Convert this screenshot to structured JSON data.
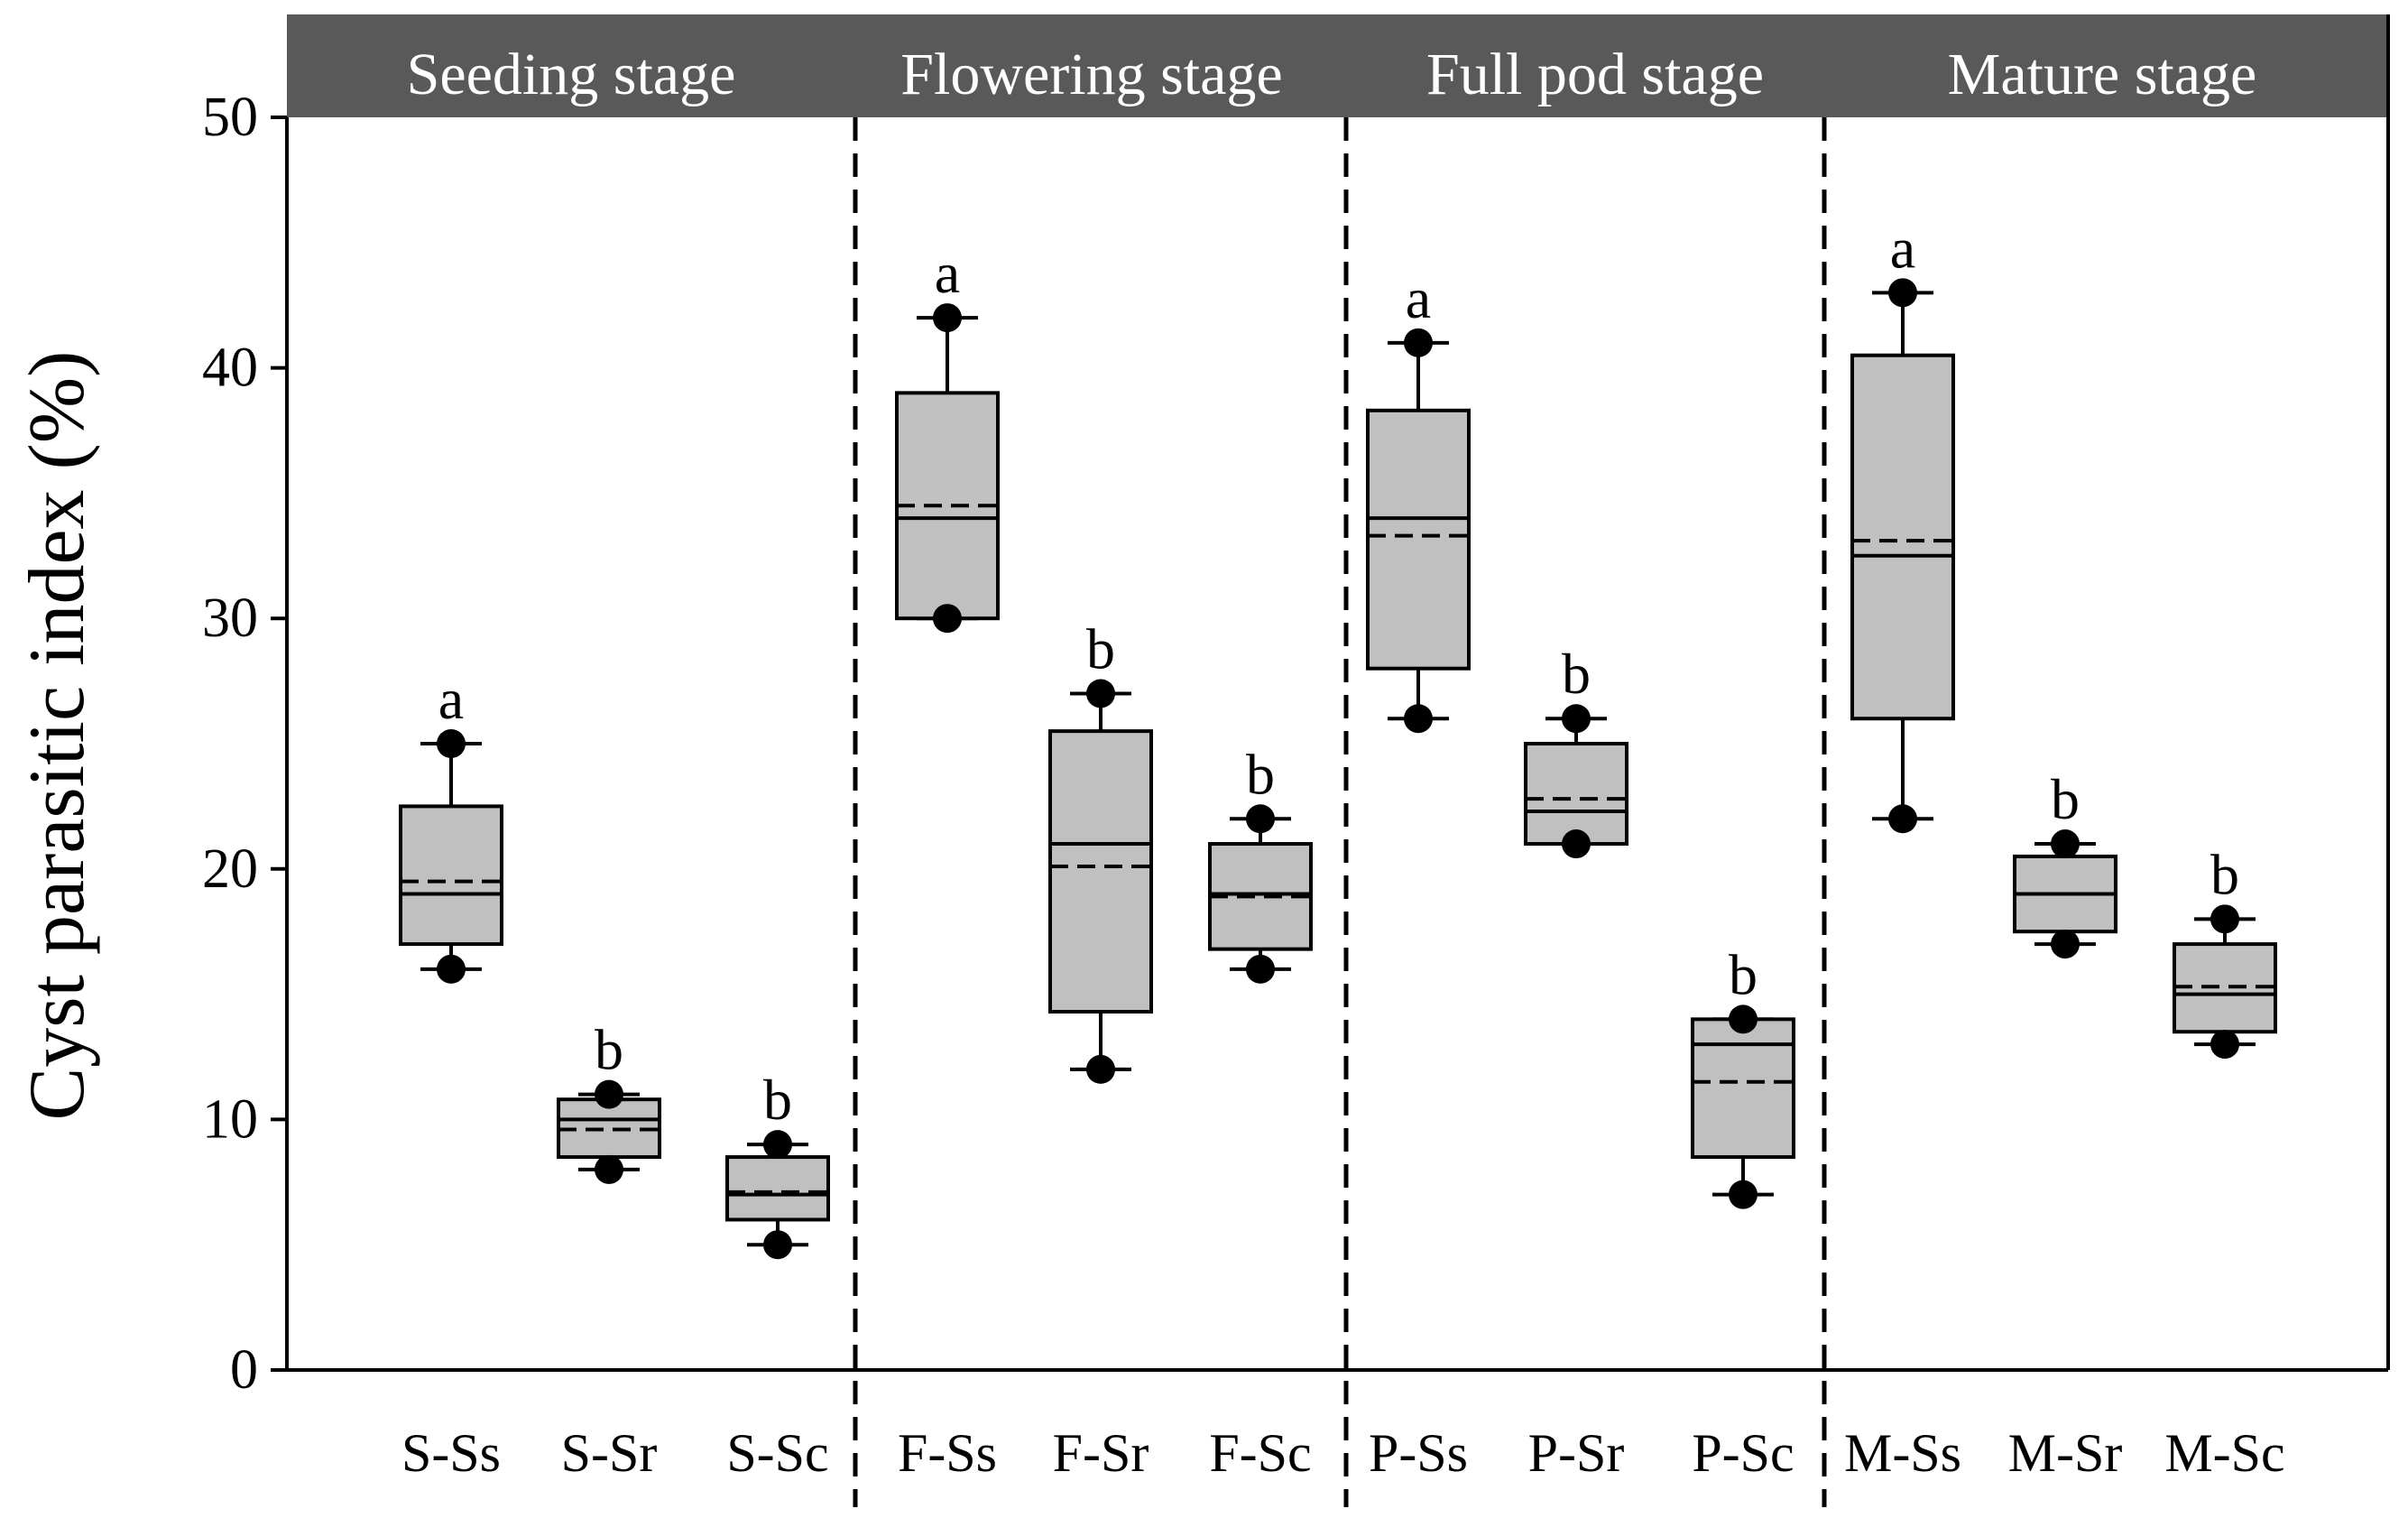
{
  "chart_data": {
    "type": "box",
    "ylabel": "Cyst parasitic index (%)",
    "xlabel": "",
    "ylim": [
      0,
      50
    ],
    "yticks": [
      0,
      10,
      20,
      30,
      40,
      50
    ],
    "grid": false,
    "stages": [
      {
        "label": "Seeding stage",
        "groups": [
          "S-Ss",
          "S-Sr",
          "S-Sc"
        ]
      },
      {
        "label": "Flowering stage",
        "groups": [
          "F-Ss",
          "F-Sr",
          "F-Sc"
        ]
      },
      {
        "label": "Full pod stage",
        "groups": [
          "P-Ss",
          "P-Sr",
          "P-Sc"
        ]
      },
      {
        "label": "Mature stage",
        "groups": [
          "M-Ss",
          "M-Sr",
          "M-Sc"
        ]
      }
    ],
    "boxes": [
      {
        "name": "S-Ss",
        "min": 16,
        "q1": 17,
        "median": 19,
        "mean": 19.5,
        "q3": 22.5,
        "max": 25,
        "outliers": [
          16,
          25
        ],
        "letter": "a"
      },
      {
        "name": "S-Sr",
        "min": 8,
        "q1": 8.5,
        "median": 10,
        "mean": 9.6,
        "q3": 10.8,
        "max": 11,
        "outliers": [
          8,
          11
        ],
        "letter": "b"
      },
      {
        "name": "S-Sc",
        "min": 5,
        "q1": 6,
        "median": 7,
        "mean": 7.1,
        "q3": 8.5,
        "max": 9,
        "outliers": [
          5,
          9
        ],
        "letter": "b"
      },
      {
        "name": "F-Ss",
        "min": 30,
        "q1": 30,
        "median": 34,
        "mean": 34.5,
        "q3": 39,
        "max": 42,
        "outliers": [
          30,
          42
        ],
        "letter": "a"
      },
      {
        "name": "F-Sr",
        "min": 12,
        "q1": 14.3,
        "median": 21,
        "mean": 20.1,
        "q3": 25.5,
        "max": 27,
        "outliers": [
          12,
          27
        ],
        "letter": "b"
      },
      {
        "name": "F-Sc",
        "min": 16,
        "q1": 16.8,
        "median": 19,
        "mean": 18.9,
        "q3": 21,
        "max": 22,
        "outliers": [
          16,
          22
        ],
        "letter": "b"
      },
      {
        "name": "P-Ss",
        "min": 26,
        "q1": 28,
        "median": 34,
        "mean": 33.3,
        "q3": 38.3,
        "max": 41,
        "outliers": [
          26,
          41
        ],
        "letter": "a"
      },
      {
        "name": "P-Sr",
        "min": 21,
        "q1": 21,
        "median": 22.3,
        "mean": 22.8,
        "q3": 25,
        "max": 26,
        "outliers": [
          21,
          26
        ],
        "letter": "b"
      },
      {
        "name": "P-Sc",
        "min": 7,
        "q1": 8.5,
        "median": 13,
        "mean": 11.5,
        "q3": 14,
        "max": 14,
        "outliers": [
          7,
          14
        ],
        "letter": "b"
      },
      {
        "name": "M-Ss",
        "min": 22,
        "q1": 26,
        "median": 32.5,
        "mean": 33.1,
        "q3": 40.5,
        "max": 43,
        "outliers": [
          22,
          43
        ],
        "letter": "a"
      },
      {
        "name": "M-Sr",
        "min": 17,
        "q1": 17.5,
        "median": 19,
        "mean": 19,
        "q3": 20.5,
        "max": 21,
        "outliers": [
          17,
          21
        ],
        "letter": "b"
      },
      {
        "name": "M-Sc",
        "min": 13,
        "q1": 13.5,
        "median": 15,
        "mean": 15.3,
        "q3": 17,
        "max": 18,
        "outliers": [
          13,
          18
        ],
        "letter": "b"
      }
    ],
    "colors": {
      "box_fill": "#c0c0c0",
      "header_fill": "#595959",
      "header_text": "#ffffff",
      "axis": "#000000"
    }
  }
}
